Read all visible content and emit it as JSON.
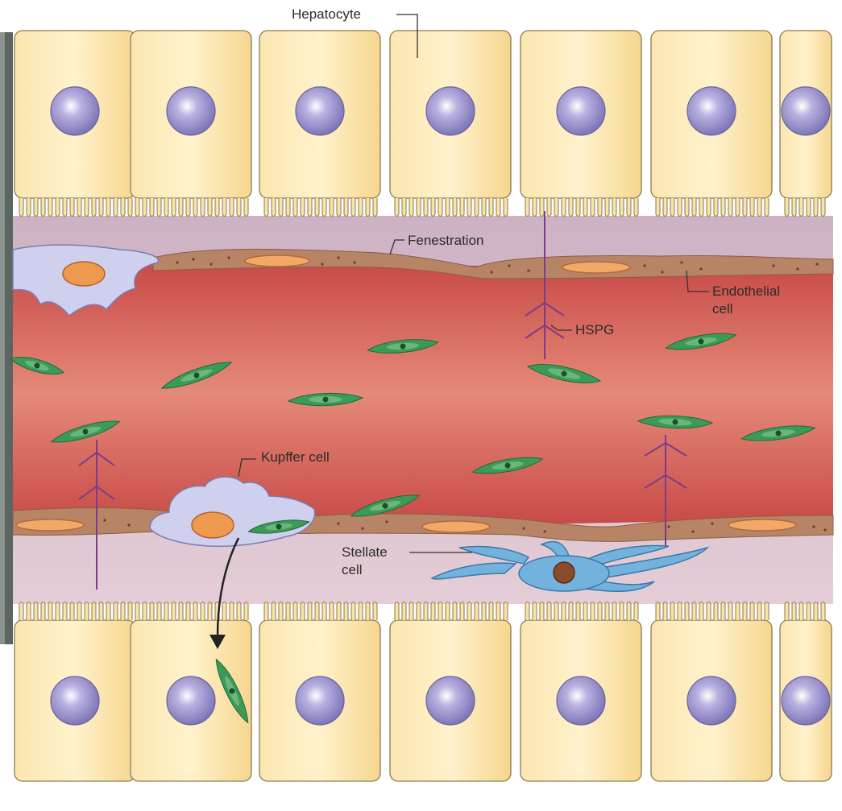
{
  "labels": {
    "hepatocyte": "Hepatocyte",
    "fenestration": "Fenestration",
    "endothelial_line1": "Endothelial",
    "endothelial_line2": "cell",
    "hspg": "HSPG",
    "kupffer": "Kupffer cell",
    "stellate_line1": "Stellate",
    "stellate_line2": "cell"
  },
  "colors": {
    "hepatocyte_fill": "#f8dc97",
    "hepatocyte_stroke": "#8a7a55",
    "nucleus": "#8f86c4",
    "space_of_disse": "#d8bcc8",
    "blood": "#dc6a5e",
    "endothelium": "#b88466",
    "endothelial_nucleus": "#f2a866",
    "kupffer_fill": "#cfcfee",
    "kupffer_nucleus": "#ee9a4e",
    "parasite": "#3c9a58",
    "hspg": "#7a3c8c",
    "stellate_fill": "#74b2de",
    "stellate_nucleus": "#8a4a2c",
    "left_edge": "#5c6660"
  }
}
